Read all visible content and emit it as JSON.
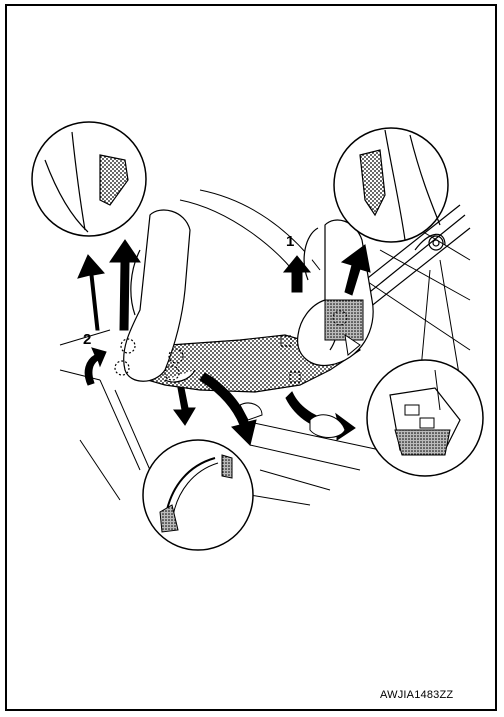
{
  "diagram": {
    "steps": [
      {
        "number": "1"
      },
      {
        "number": "2"
      }
    ],
    "figure_code": "AWJIA1483ZZ",
    "colors": {
      "line": "#000000",
      "background": "#ffffff",
      "shade": "#9a9a9a"
    }
  }
}
